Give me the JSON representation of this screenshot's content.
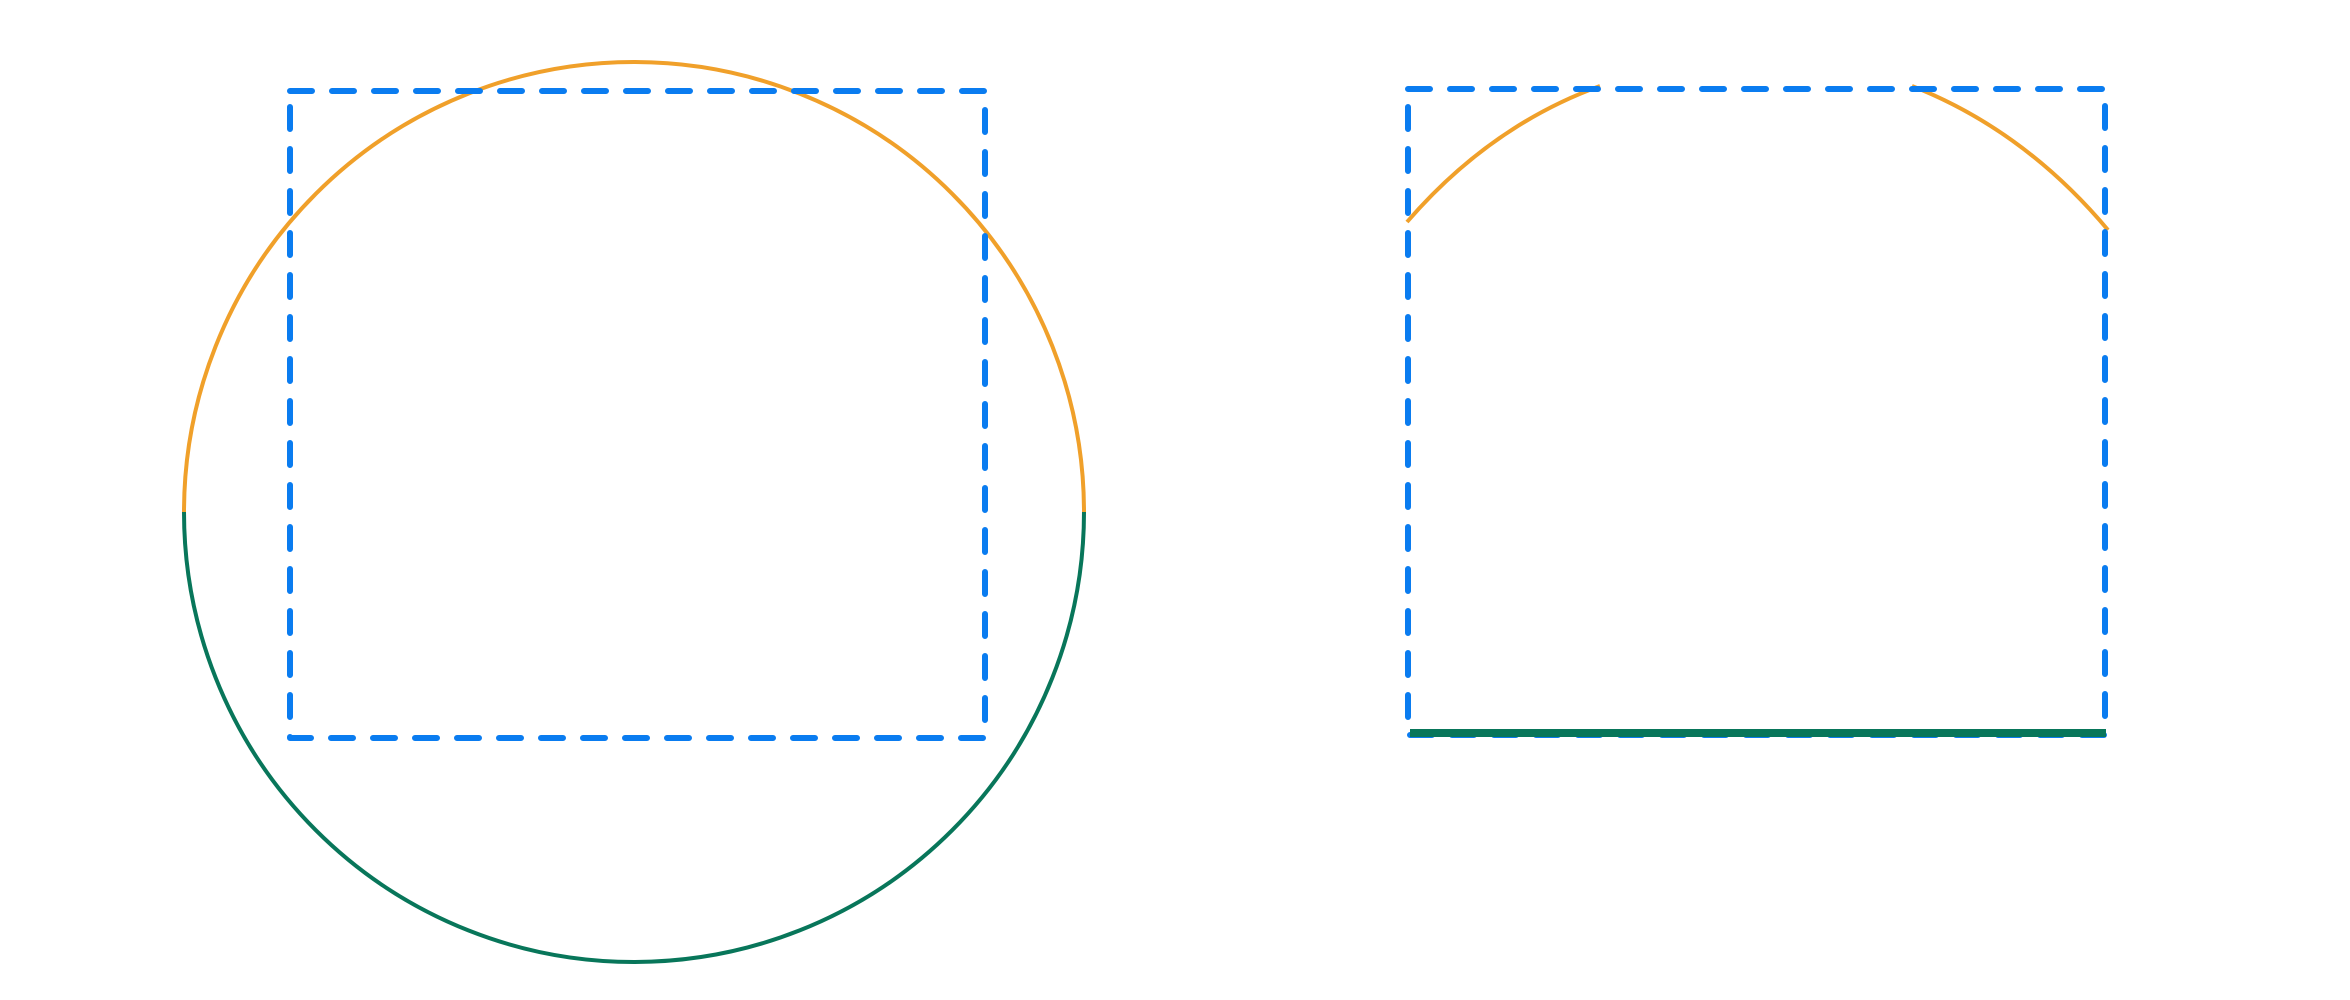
{
  "colors": {
    "square_stroke": "#0a7cf0",
    "upper_arc": "#f0a02a",
    "lower_arc": "#08765a",
    "background": "#ffffff"
  },
  "figures": [
    {
      "name": "left-figure",
      "shapes": [
        "dashed-square",
        "circle-upper-half",
        "circle-lower-half"
      ]
    },
    {
      "name": "right-figure",
      "shapes": [
        "dashed-square",
        "upper-arc-left-segment",
        "upper-arc-right-segment",
        "bottom-edge-line"
      ]
    }
  ]
}
